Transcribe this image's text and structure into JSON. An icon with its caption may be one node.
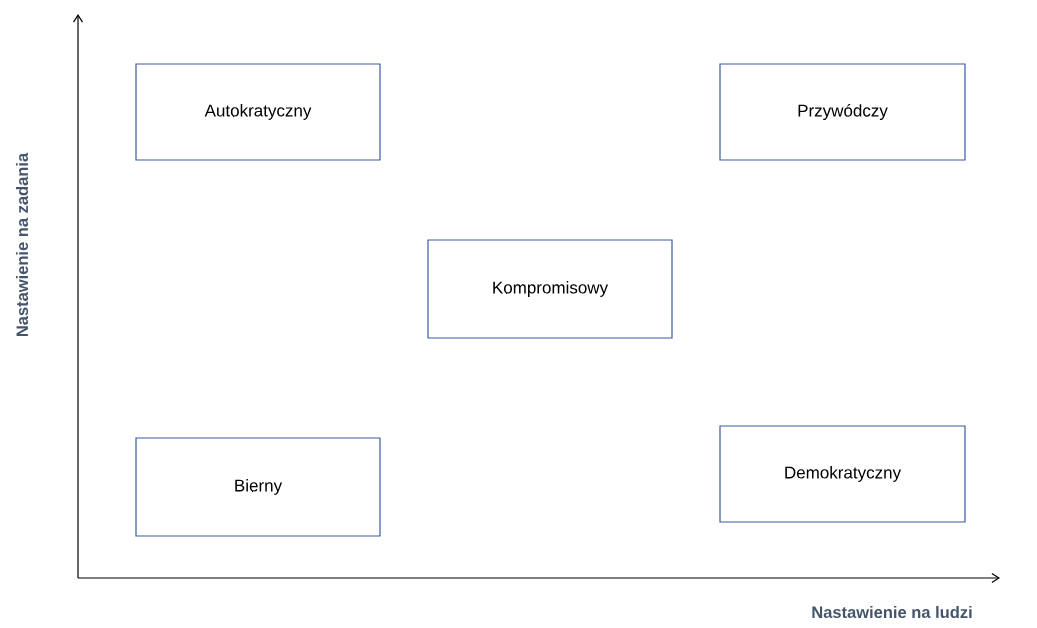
{
  "diagram": {
    "nodes": [
      {
        "text": [
          "Autokratyczny"
        ]
      },
      {
        "text": [
          "Przywódczy"
        ]
      },
      {
        "text": [
          "Kompromisowy"
        ]
      },
      {
        "text": [
          "Bierny"
        ]
      },
      {
        "text": [
          "Demokratyczny"
        ]
      }
    ],
    "labels": [
      "Nastawienie na zadania",
      "Nastawienie na ludzi"
    ]
  }
}
